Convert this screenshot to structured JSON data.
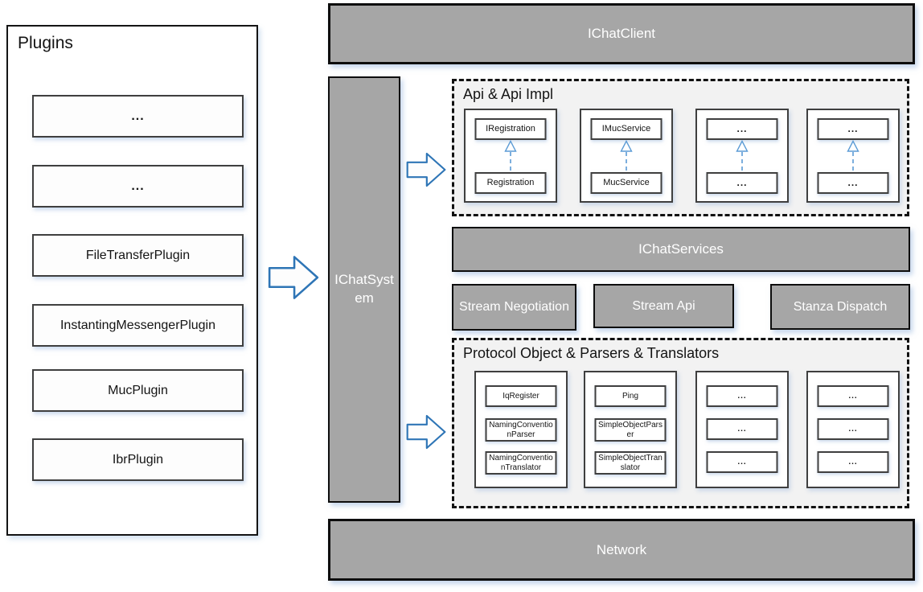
{
  "colors": {
    "bar_fill": "#a6a6a6",
    "bar_text": "#ffffff",
    "panel_fill": "#f2f2f2",
    "box_border": "#3f3f3f",
    "block_arrow_blue": "#2e75b6",
    "connector_blue": "#5b9bd5"
  },
  "plugins_panel": {
    "title": "Plugins",
    "items": [
      "...",
      "...",
      "FileTransferPlugin",
      "InstantingMessengerPlugin",
      "MucPlugin",
      "IbrPlugin"
    ]
  },
  "ichatclient": {
    "label": "IChatClient"
  },
  "ichatsystem": {
    "label": "IChatSystem"
  },
  "api_section": {
    "title": "Api & Api Impl",
    "pairs": [
      {
        "interface": "IRegistration",
        "impl": "Registration"
      },
      {
        "interface": "IMucService",
        "impl": "MucService"
      },
      {
        "interface": "...",
        "impl": "..."
      },
      {
        "interface": "...",
        "impl": "..."
      }
    ]
  },
  "ichatservices": {
    "label": "IChatServices"
  },
  "service_boxes": [
    "Stream Negotiation",
    "Stream Api",
    "Stanza Dispatch"
  ],
  "protocol_section": {
    "title": "Protocol Object & Parsers & Translators",
    "groups": [
      [
        "IqRegister",
        "NamingConventionParser",
        "NamingConventionTranslator"
      ],
      [
        "Ping",
        "SimpleObjectParser",
        "SimpleObjectTranslator"
      ],
      [
        "...",
        "...",
        "..."
      ],
      [
        "...",
        "...",
        "..."
      ]
    ]
  },
  "network": {
    "label": "Network"
  }
}
